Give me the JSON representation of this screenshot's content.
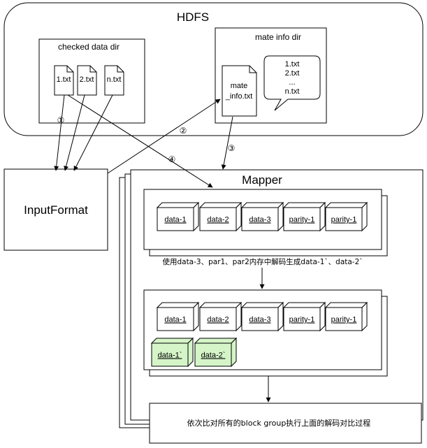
{
  "hdfs": {
    "title": "HDFS"
  },
  "checked_dir": {
    "title": "checked data dir",
    "files": [
      "1.txt",
      "2.txt",
      "n.txt"
    ]
  },
  "mate_dir": {
    "title": "mate info dir",
    "file_line1": "mate",
    "file_line2": "_info.txt",
    "bubble_lines": [
      "1.txt",
      "2.txt",
      "...",
      "n.txt"
    ]
  },
  "input_format": {
    "label": "InputFormat"
  },
  "mapper": {
    "title": "Mapper"
  },
  "steps": {
    "s1": "①",
    "s2": "②",
    "s3": "③",
    "s4": "④"
  },
  "block_row1": [
    "data-1",
    "data-2",
    "data-3",
    "parity-1",
    "parity-1"
  ],
  "decode_note": "使用data-3、par1、par2内存中解码生成data-1`、data-2`",
  "block_row2": [
    "data-1",
    "data-2",
    "data-3",
    "parity-1",
    "parity-1"
  ],
  "decoded_blocks": [
    "data-1`",
    "data-2`"
  ],
  "final_note": "依次比对所有的block group执行上面的解码对比过程",
  "colors": {
    "stroke": "#000000",
    "fill": "#ffffff",
    "decoded_fill": "#d5f5c8"
  }
}
